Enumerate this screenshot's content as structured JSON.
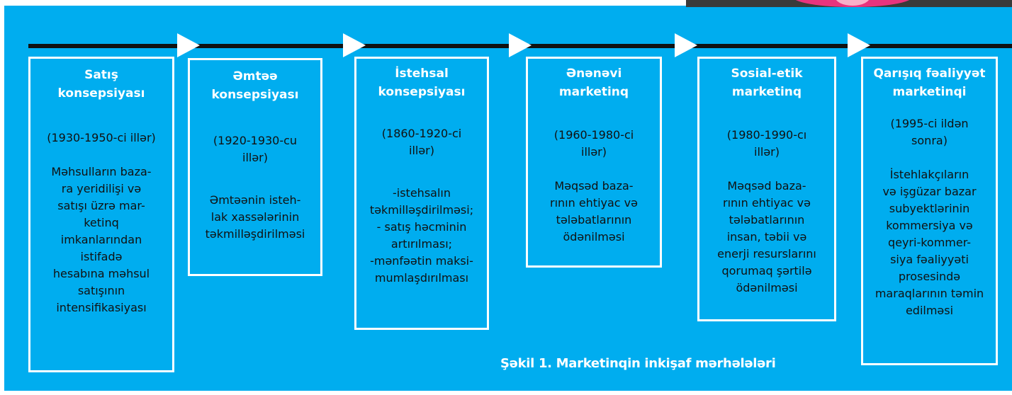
{
  "stages": [
    {
      "title": [
        "Satış",
        "konsepsiyası"
      ],
      "period": [
        "(1930-1950-ci illər)"
      ],
      "description": [
        "Məhsulların baza-",
        "ra yeridilişi və",
        "satışı üzrə mar-",
        "ketinq",
        "imkanlarından",
        "istifadə",
        "hesabına məhsul",
        "satışının",
        "intensifikasiyası"
      ]
    },
    {
      "title": [
        "Əmtəə",
        "konsepsiyası"
      ],
      "period": [
        "(1920-1930-cu",
        "illər)"
      ],
      "description": [
        "Əmtəənin isteh-",
        "lak xassələrinin",
        "təkmilləşdirilməsi"
      ]
    },
    {
      "title": [
        "İstehsal",
        "konsepsiyası"
      ],
      "period": [
        "(1860-1920-ci",
        "illər)"
      ],
      "description": [
        "-istehsalın",
        "təkmilləşdirilməsi;",
        "- satış həcminin",
        "artırılması;",
        "-mənfəətin maksi-",
        "mumlaşdırılması"
      ]
    },
    {
      "title": [
        "Ənənəvi",
        "marketinq"
      ],
      "period": [
        "(1960-1980-ci",
        "illər)"
      ],
      "description": [
        "Məqsəd baza-",
        "rının ehtiyac və",
        "tələbatlarının",
        "ödənilməsi"
      ]
    },
    {
      "title": [
        "Sosial-etik",
        "marketinq"
      ],
      "period": [
        "(1980-1990-cı",
        "illər)"
      ],
      "description": [
        "Məqsəd baza-",
        "rının ehtiyac və",
        "tələbatlarının",
        "insan, təbii və",
        "enerji resurslarını",
        "qorumaq şərtilə",
        "ödənilməsi"
      ]
    },
    {
      "title": [
        "Qarışıq fəaliyyət",
        "marketinqi"
      ],
      "period": [
        "(1995-ci ildən",
        "sonra)"
      ],
      "description": [
        "İstehlakçıların",
        "və işgüzar bazar",
        "subyektlərinin",
        "kommersiya və",
        "qeyri-kommer-",
        "siya fəaliyyəti",
        "prosesində",
        "maraqlarının təmin",
        "edilməsi"
      ]
    }
  ],
  "caption": "Şəkil 1. Marketinqin inkişaf mərhələləri",
  "colors": {
    "background": "#00adef",
    "timeline": "#111111",
    "box_border": "#ffffff",
    "title_text": "#ffffff",
    "body_text": "#111111"
  }
}
